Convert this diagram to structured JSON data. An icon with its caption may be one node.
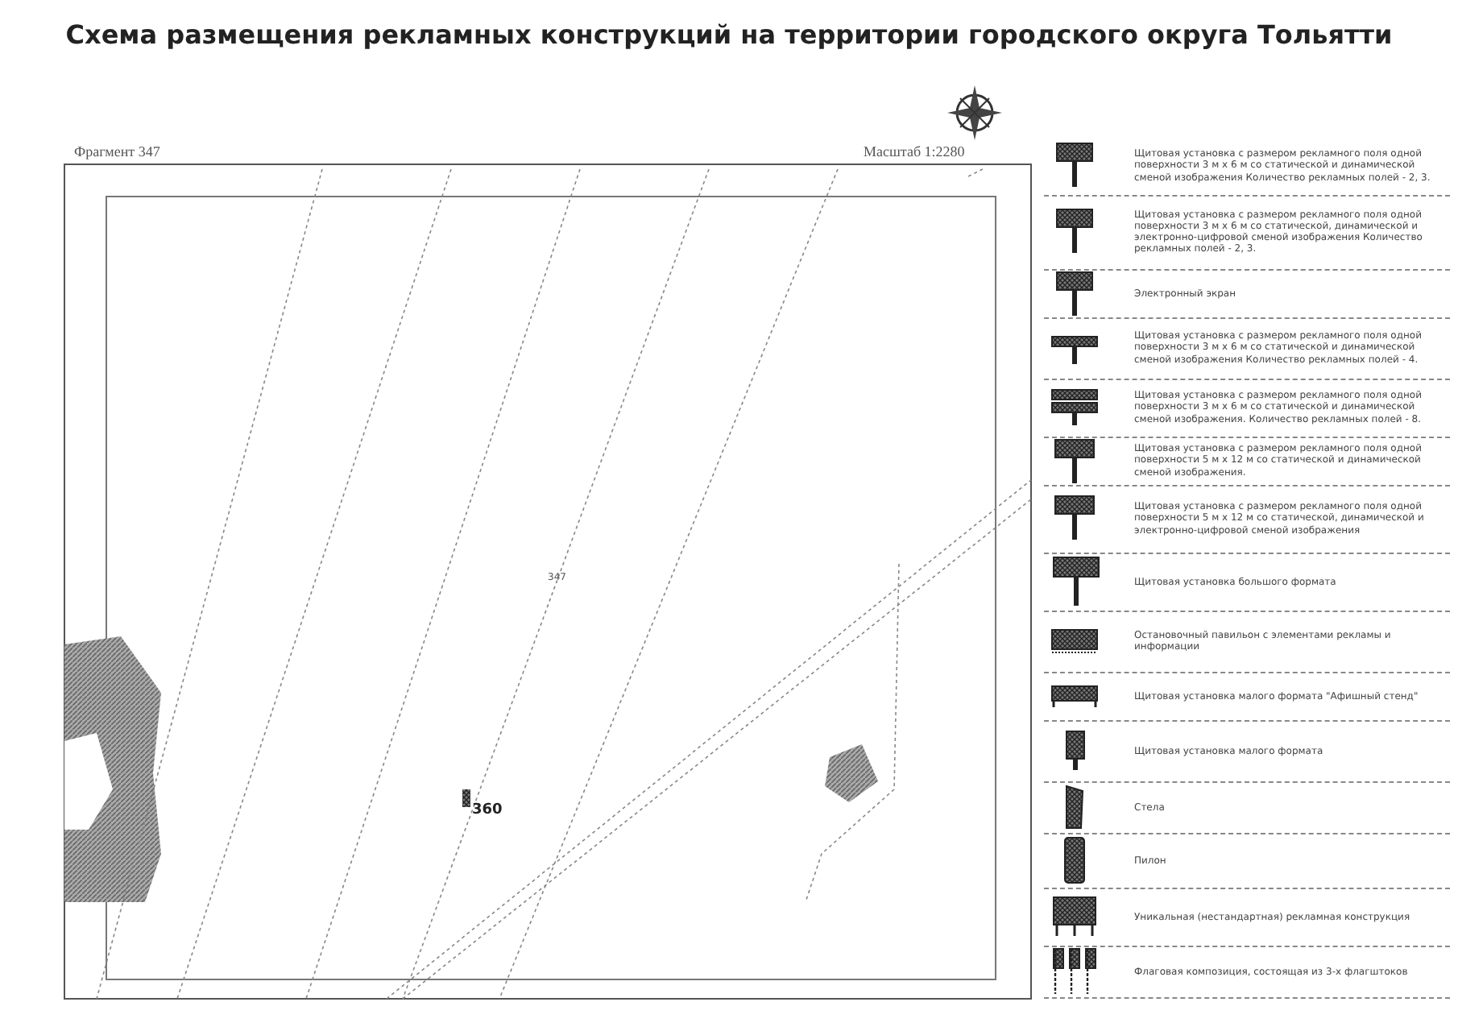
{
  "diagram": {
    "title": "Схема размещения рекламных конструкций на территории городского округа Тольятти",
    "labels": [
      "Фрагмент 347",
      "Масштаб 1:2280",
      "347",
      "360"
    ],
    "legend": [
      {
        "text": "Щитовая установка с размером рекламного поля одной поверхности 3 м х 6 м со статической и динамической сменой изображения Количество рекламных полей - 2, 3."
      },
      {
        "text": "Щитовая установка с размером рекламного поля одной поверхности 3 м х 6 м со статической, динамической и электронно-цифровой сменой изображения Количество рекламных полей - 2, 3."
      },
      {
        "text": "Электронный экран"
      },
      {
        "text": "Щитовая установка с размером рекламного поля одной поверхности 3 м х 6 м со статической и динамической сменой изображения Количество рекламных полей - 4."
      },
      {
        "text": "Щитовая установка с размером рекламного поля одной поверхности 3 м х 6 м со статической и динамической сменой изображения. Количество рекламных полей - 8."
      },
      {
        "text": "Щитовая установка с размером рекламного поля одной поверхности 5 м х 12 м со статической и динамической сменой изображения."
      },
      {
        "text": "Щитовая установка с размером рекламного поля одной поверхности 5 м х 12 м со статической, динамической и электронно-цифровой сменой изображения"
      },
      {
        "text": "Щитовая установка большого формата"
      },
      {
        "text": "Остановочный павильон с элементами рекламы и информации"
      },
      {
        "text": "Щитовая установка малого формата \"Афишный стенд\""
      },
      {
        "text": "Щитовая установка малого формата"
      },
      {
        "text": "Стела"
      },
      {
        "text": "Пилон"
      },
      {
        "text": "Уникальная (нестандартная) рекламная конструкция"
      },
      {
        "text": "Флаговая композиция, состоящая из 3-х флагштоков"
      }
    ]
  }
}
